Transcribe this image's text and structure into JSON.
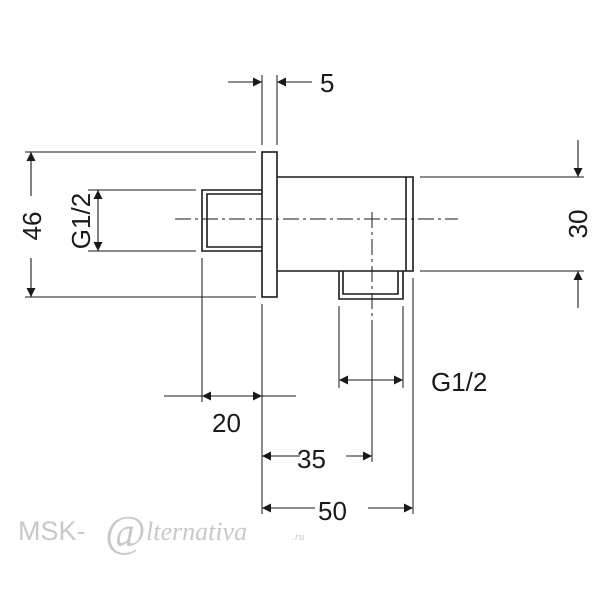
{
  "dimensions": {
    "flange_thickness": "5",
    "overall_height": "46",
    "inlet_thread": "G1/2",
    "body_height": "30",
    "outlet_thread": "G1/2",
    "inlet_length": "20",
    "outlet_offset": "35",
    "body_length": "50"
  },
  "watermark": {
    "prefix": "MSK-",
    "at_symbol": "@",
    "brand": "lternativa",
    "suffix": ".ru"
  },
  "colors": {
    "line": "#1a1a1a",
    "watermark": "#c8c8c8"
  }
}
